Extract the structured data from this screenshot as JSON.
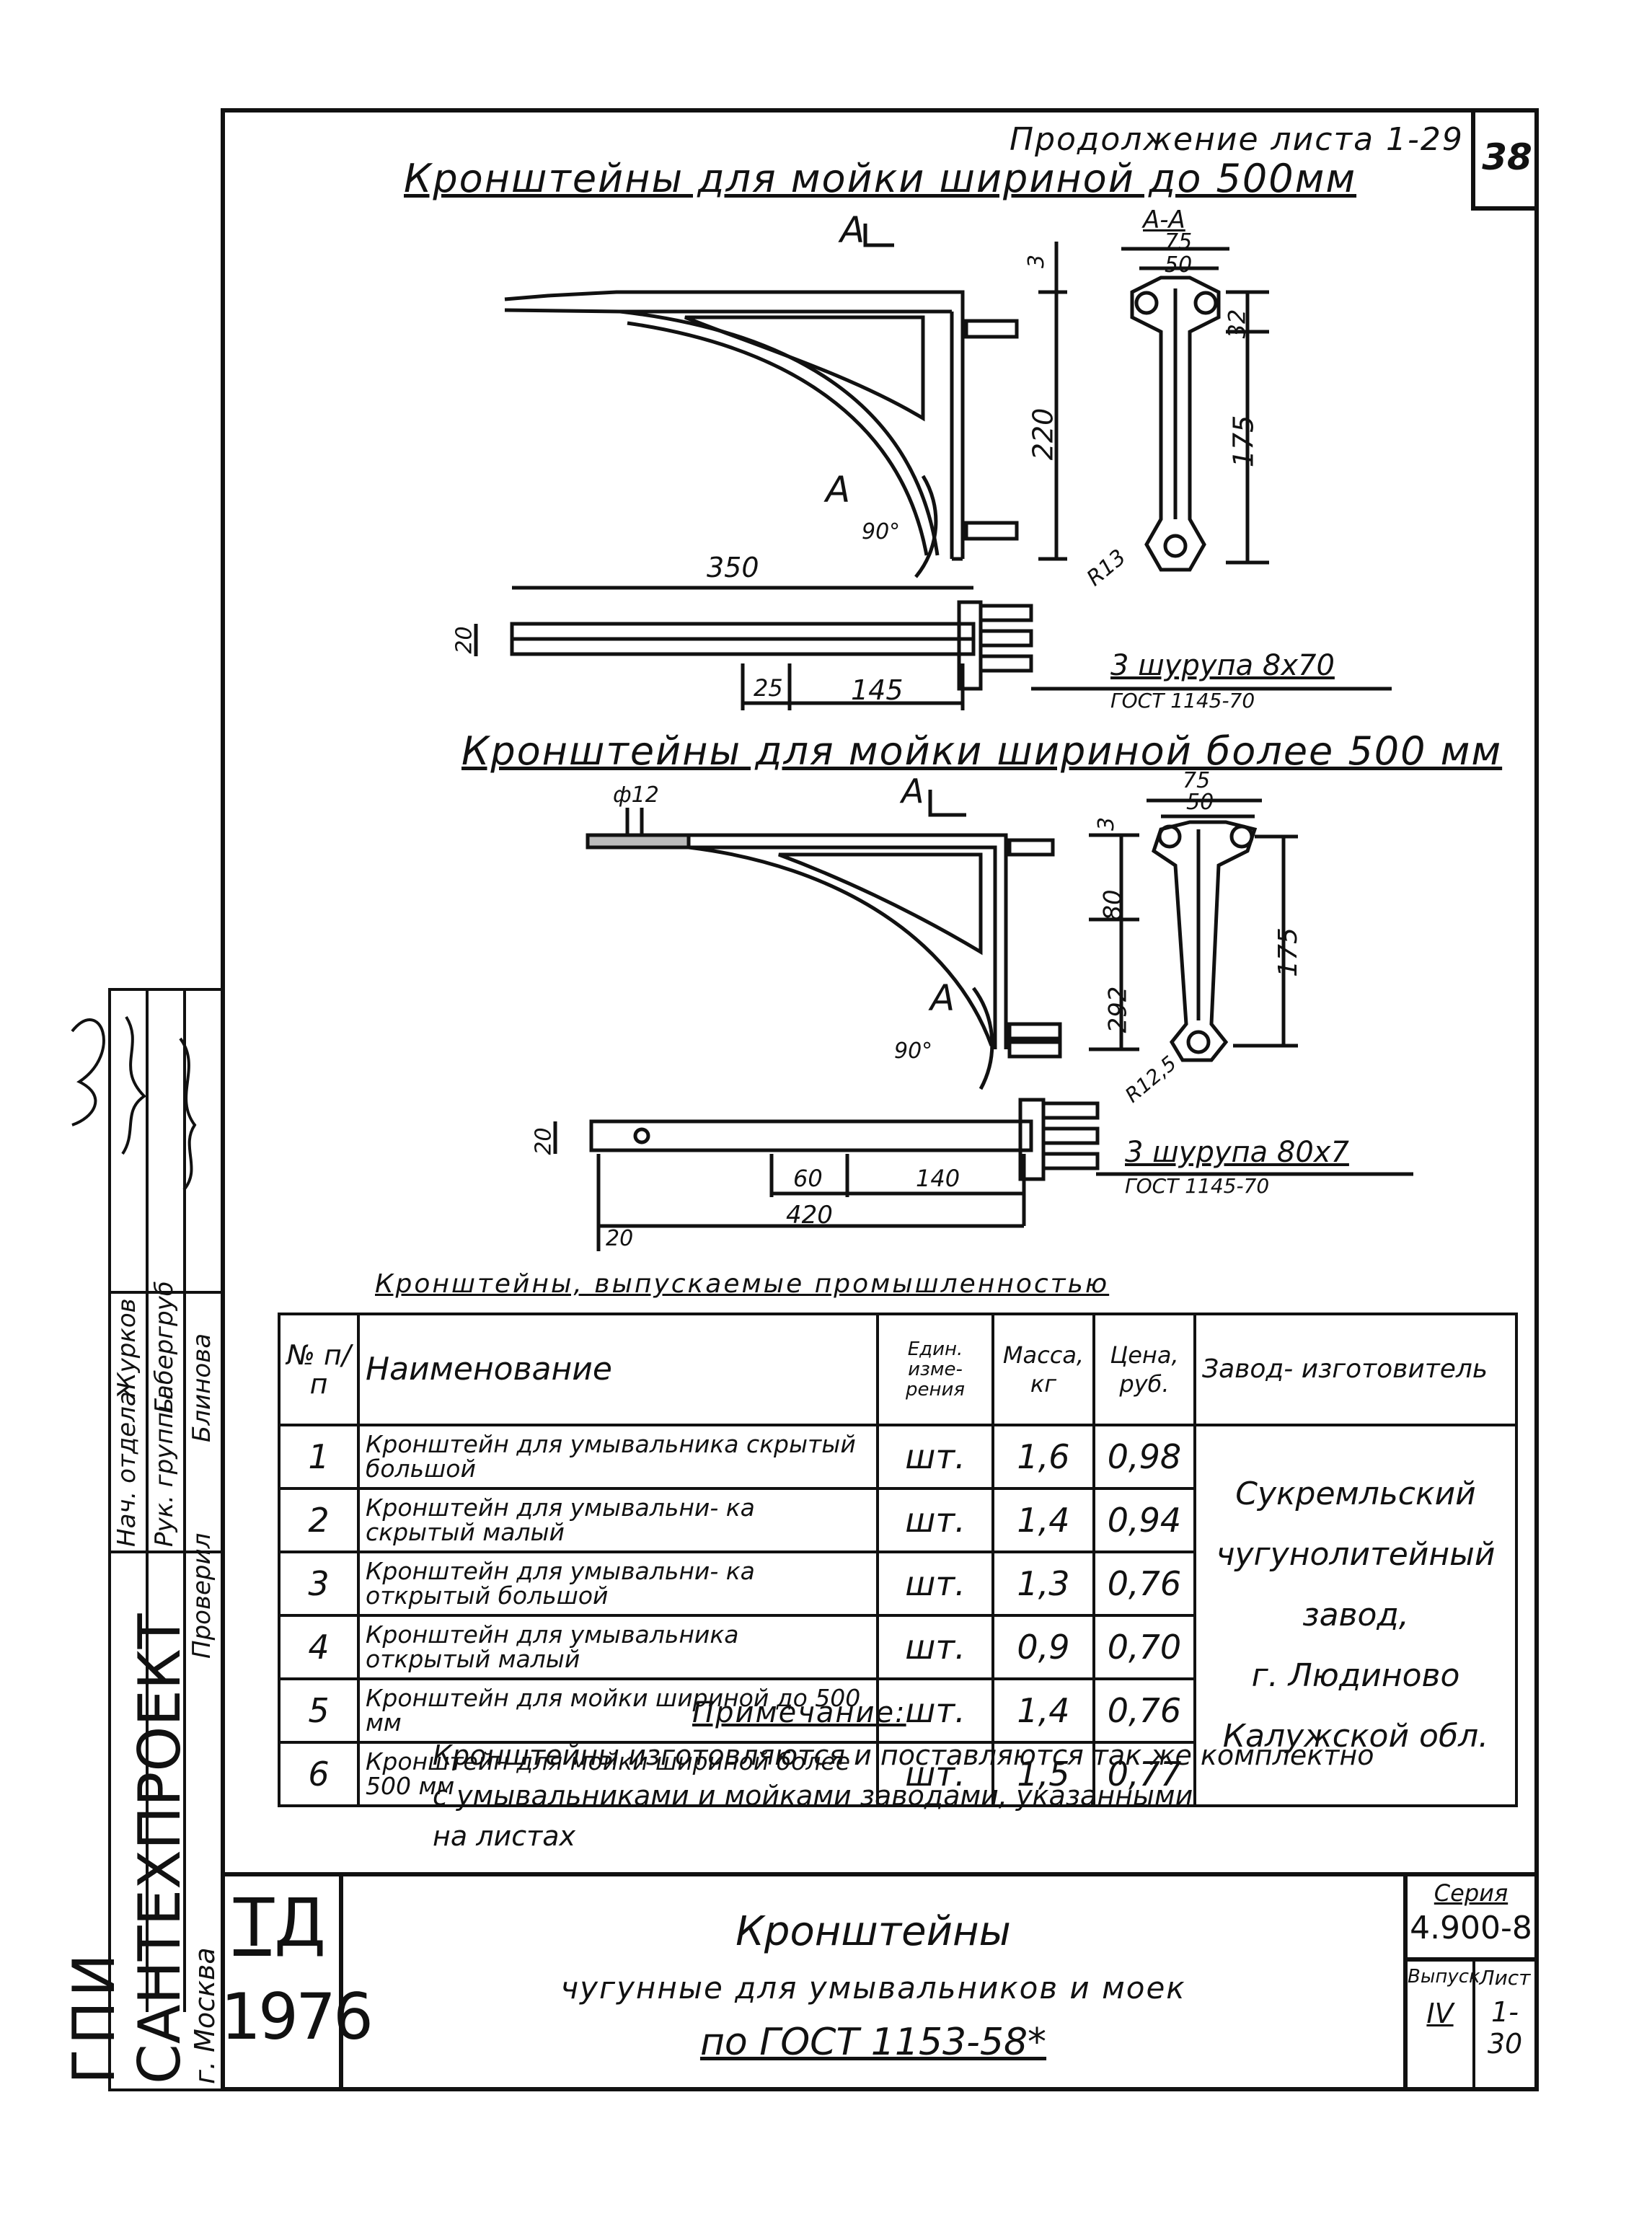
{
  "header": {
    "continuation": "Продолжение листа 1-29",
    "page_number": "38"
  },
  "section1": {
    "title": "Кронштейны для мойки шириной до 500мм",
    "section_mark": "А-А",
    "cut_label": "А",
    "dims": {
      "d75": "75",
      "d50": "50",
      "d32": "32",
      "d175": "175",
      "d220": "220",
      "d3": "3",
      "d350": "350",
      "d20": "20",
      "d25": "25",
      "d145": "145",
      "r13": "R13",
      "angle": "90°"
    },
    "screw_note": "3 шурупа 8х70",
    "screw_gost": "ГОСТ 1145-70"
  },
  "section2": {
    "title": "Кронштейны для мойки шириной более 500 мм",
    "cut_label": "А",
    "dims": {
      "phi12": "ф12",
      "d75": "75",
      "d50": "50",
      "d3": "3",
      "d80": "80",
      "d292": "292",
      "d175": "175",
      "r125": "R12,5",
      "angle": "90°",
      "d20": "20",
      "d60": "60",
      "d140": "140",
      "d420": "420",
      "d20b": "20"
    },
    "screw_note": "3 шурупа 80х7",
    "screw_gost": "ГОСТ 1145-70"
  },
  "table": {
    "title": "Кронштейны, выпускаемые промышленностью",
    "headers": {
      "num": "№ п/п",
      "name": "Наименование",
      "unit": "Един. изме- рения",
      "mass": "Масса, кг",
      "price": "Цена, руб.",
      "plant": "Завод- изготовитель"
    },
    "rows": [
      {
        "n": "1",
        "name": "Кронштейн для умывальника скрытый большой",
        "unit": "шт.",
        "mass": "1,6",
        "price": "0,98"
      },
      {
        "n": "2",
        "name": "Кронштейн для умывальни- ка скрытый малый",
        "unit": "шт.",
        "mass": "1,4",
        "price": "0,94"
      },
      {
        "n": "3",
        "name": "Кронштейн для умывальни- ка открытый большой",
        "unit": "шт.",
        "mass": "1,3",
        "price": "0,76"
      },
      {
        "n": "4",
        "name": "Кронштейн для умывальника открытый малый",
        "unit": "шт.",
        "mass": "0,9",
        "price": "0,70"
      },
      {
        "n": "5",
        "name": "Кронштейн для мойки шириной до 500 мм",
        "unit": "шт.",
        "mass": "1,4",
        "price": "0,76"
      },
      {
        "n": "6",
        "name": "Кронштейн для мойки шириной более 500 мм",
        "unit": "шт.",
        "mass": "1,5",
        "price": "0,77"
      }
    ],
    "plant_lines": [
      "Сукремльский",
      "чугунолитейный",
      "завод,",
      "г. Людиново",
      "Калужской обл."
    ]
  },
  "note": {
    "title": "Примечание:",
    "lines": [
      "Кронштейны изготовляются и поставляются так же комплектно",
      "с умывальниками и мойками заводами, указанными",
      "на листах"
    ]
  },
  "stamp": {
    "org_line1": "ГПИ",
    "org_line2": "САНТЕХПРОЕКТ",
    "city": "г. Москва",
    "td": "ТД",
    "year": "1976",
    "title1": "Кронштейны",
    "title2": "чугунные для умывальников и моек",
    "title3": "по ГОСТ 1153-58*",
    "series_label": "Серия",
    "series": "4.900-8",
    "issue_label": "Выпуск",
    "issue": "IV",
    "sheet_label": "Лист",
    "sheet": "1-30"
  },
  "signatures": {
    "r1_role": "Нач. отдела",
    "r1_name": "Журков",
    "r2_role": "Рук. группы",
    "r2_name": "Габергруб",
    "r3_role": "Проверил",
    "r3_name": "Блинова"
  }
}
